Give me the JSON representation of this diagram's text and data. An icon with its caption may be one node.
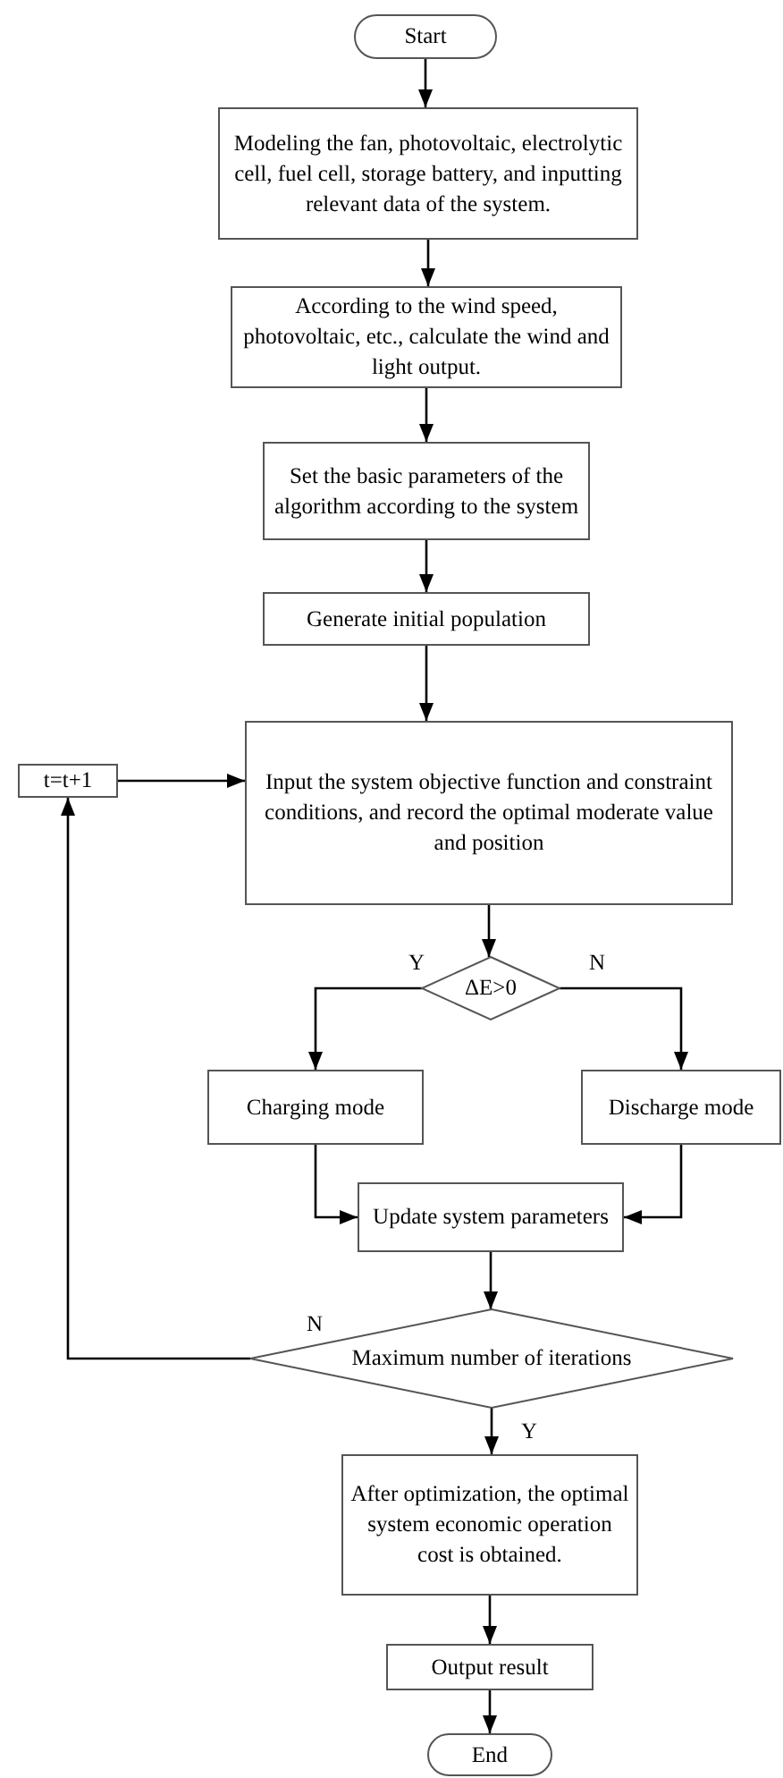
{
  "diagram": {
    "nodes": [
      {
        "text": [
          "Start"
        ]
      },
      {
        "text": [
          "Modeling the fan, photovoltaic, electrolytic cell, fuel cell, storage battery, and inputting relevant data of the system."
        ]
      },
      {
        "text": [
          "According to the wind speed, photovoltaic, etc., calculate the wind and light output."
        ]
      },
      {
        "text": [
          "Set the basic parameters of the algorithm according to the system"
        ]
      },
      {
        "text": [
          "Generate initial population"
        ]
      },
      {
        "text": [
          "Input the system objective function and constraint conditions, and record the optimal moderate value and position"
        ]
      },
      {
        "text": [
          "ΔE>0"
        ]
      },
      {
        "text": [
          "Charging mode"
        ]
      },
      {
        "text": [
          "Discharge mode"
        ]
      },
      {
        "text": [
          "Update system parameters"
        ]
      },
      {
        "text": [
          "Maximum number of iterations"
        ]
      },
      {
        "text": [
          "After optimization, the optimal system economic operation cost is obtained."
        ]
      },
      {
        "text": [
          "Output result"
        ]
      },
      {
        "text": [
          "End"
        ]
      },
      {
        "text": [
          "t=t+1"
        ]
      }
    ],
    "edges": [
      {
        "from": 0,
        "to": 1,
        "arrow": "to"
      },
      {
        "from": 1,
        "to": 2,
        "arrow": "to"
      },
      {
        "from": 2,
        "to": 3,
        "arrow": "to"
      },
      {
        "from": 3,
        "to": 4,
        "arrow": "to"
      },
      {
        "from": 4,
        "to": 5,
        "arrow": "to"
      },
      {
        "from": 5,
        "to": 6,
        "arrow": "to"
      },
      {
        "from": 6,
        "to": 7,
        "arrow": "to",
        "label": "Y"
      },
      {
        "from": 6,
        "to": 8,
        "arrow": "to",
        "label": "N"
      },
      {
        "from": 7,
        "to": 9,
        "arrow": "to"
      },
      {
        "from": 8,
        "to": 9,
        "arrow": "to"
      },
      {
        "from": 9,
        "to": 10,
        "arrow": "to"
      },
      {
        "from": 10,
        "to": 11,
        "arrow": "to",
        "label": "Y"
      },
      {
        "from": 11,
        "to": 12,
        "arrow": "to"
      },
      {
        "from": 12,
        "to": 13,
        "arrow": "to"
      },
      {
        "from": 10,
        "to": 14,
        "arrow": "to",
        "label": "N"
      },
      {
        "from": 14,
        "to": 5,
        "arrow": "to"
      }
    ]
  }
}
